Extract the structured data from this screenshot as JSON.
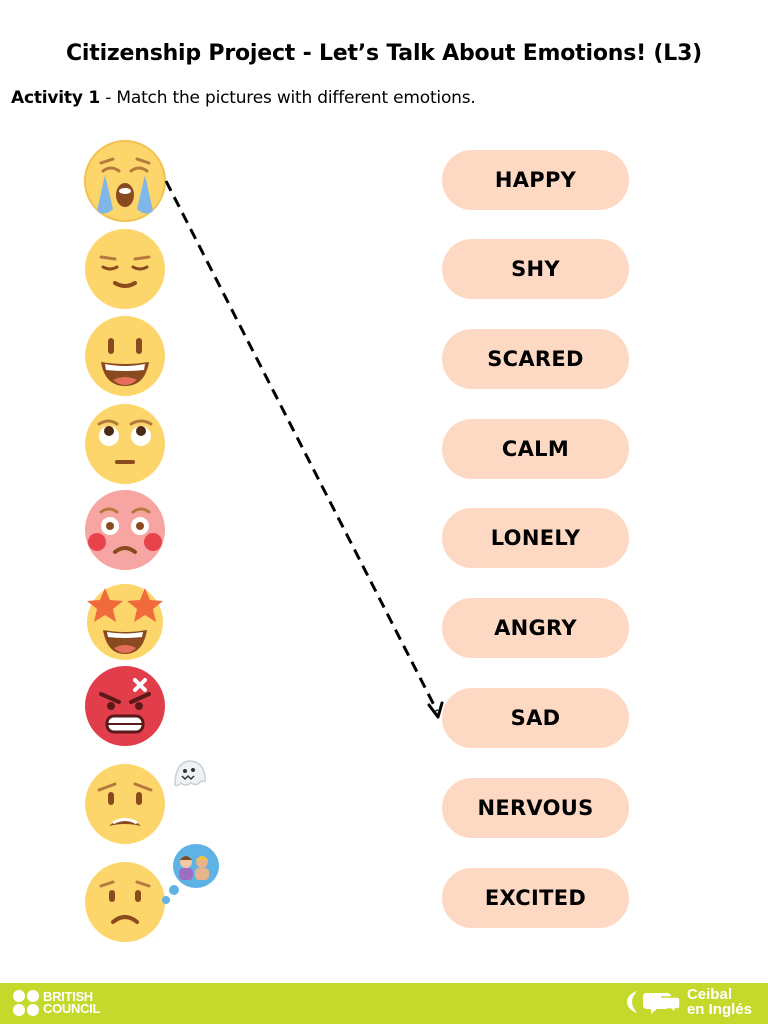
{
  "title": "Citizenship Project - Let’s Talk About Emotions! (L3)",
  "instruction": {
    "activity": "Activity 1",
    "text": " - Match the pictures with different emotions."
  },
  "emojis": [
    {
      "icon": "crying-face-icon"
    },
    {
      "icon": "relieved-face-icon"
    },
    {
      "icon": "grinning-face-icon"
    },
    {
      "icon": "eye-roll-face-icon"
    },
    {
      "icon": "flushed-face-icon"
    },
    {
      "icon": "star-struck-face-icon"
    },
    {
      "icon": "angry-face-icon"
    },
    {
      "icon": "worried-face-icon"
    },
    {
      "icon": "frowning-face-icon"
    }
  ],
  "emotions": [
    "HAPPY",
    "SHY",
    "SCARED",
    "CALM",
    "LONELY",
    "ANGRY",
    "SAD",
    "NERVOUS",
    "EXCITED"
  ],
  "footer": {
    "left_logo_line1": "BRITISH",
    "left_logo_line2": "COUNCIL",
    "right_logo_line1": "Ceibal",
    "right_logo_line2": "en Inglés"
  },
  "colors": {
    "pill": "#fdd9c3",
    "footer": "#c5d92d",
    "emoji_yellow": "#fcd66a"
  }
}
